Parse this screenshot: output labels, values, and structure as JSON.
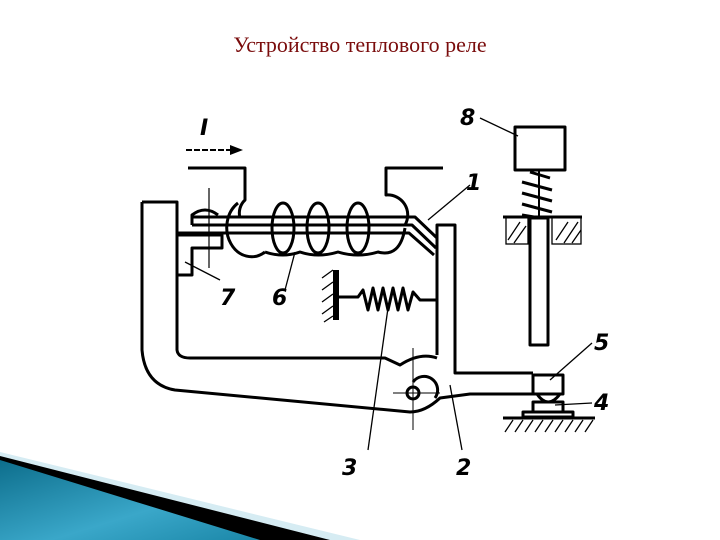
{
  "title": "Устройство теплового реле",
  "diagram": {
    "current_label": "I",
    "part_labels": {
      "p1": "1",
      "p2": "2",
      "p3": "3",
      "p4": "4",
      "p5": "5",
      "p6": "6",
      "p7": "7",
      "p8": "8"
    }
  }
}
